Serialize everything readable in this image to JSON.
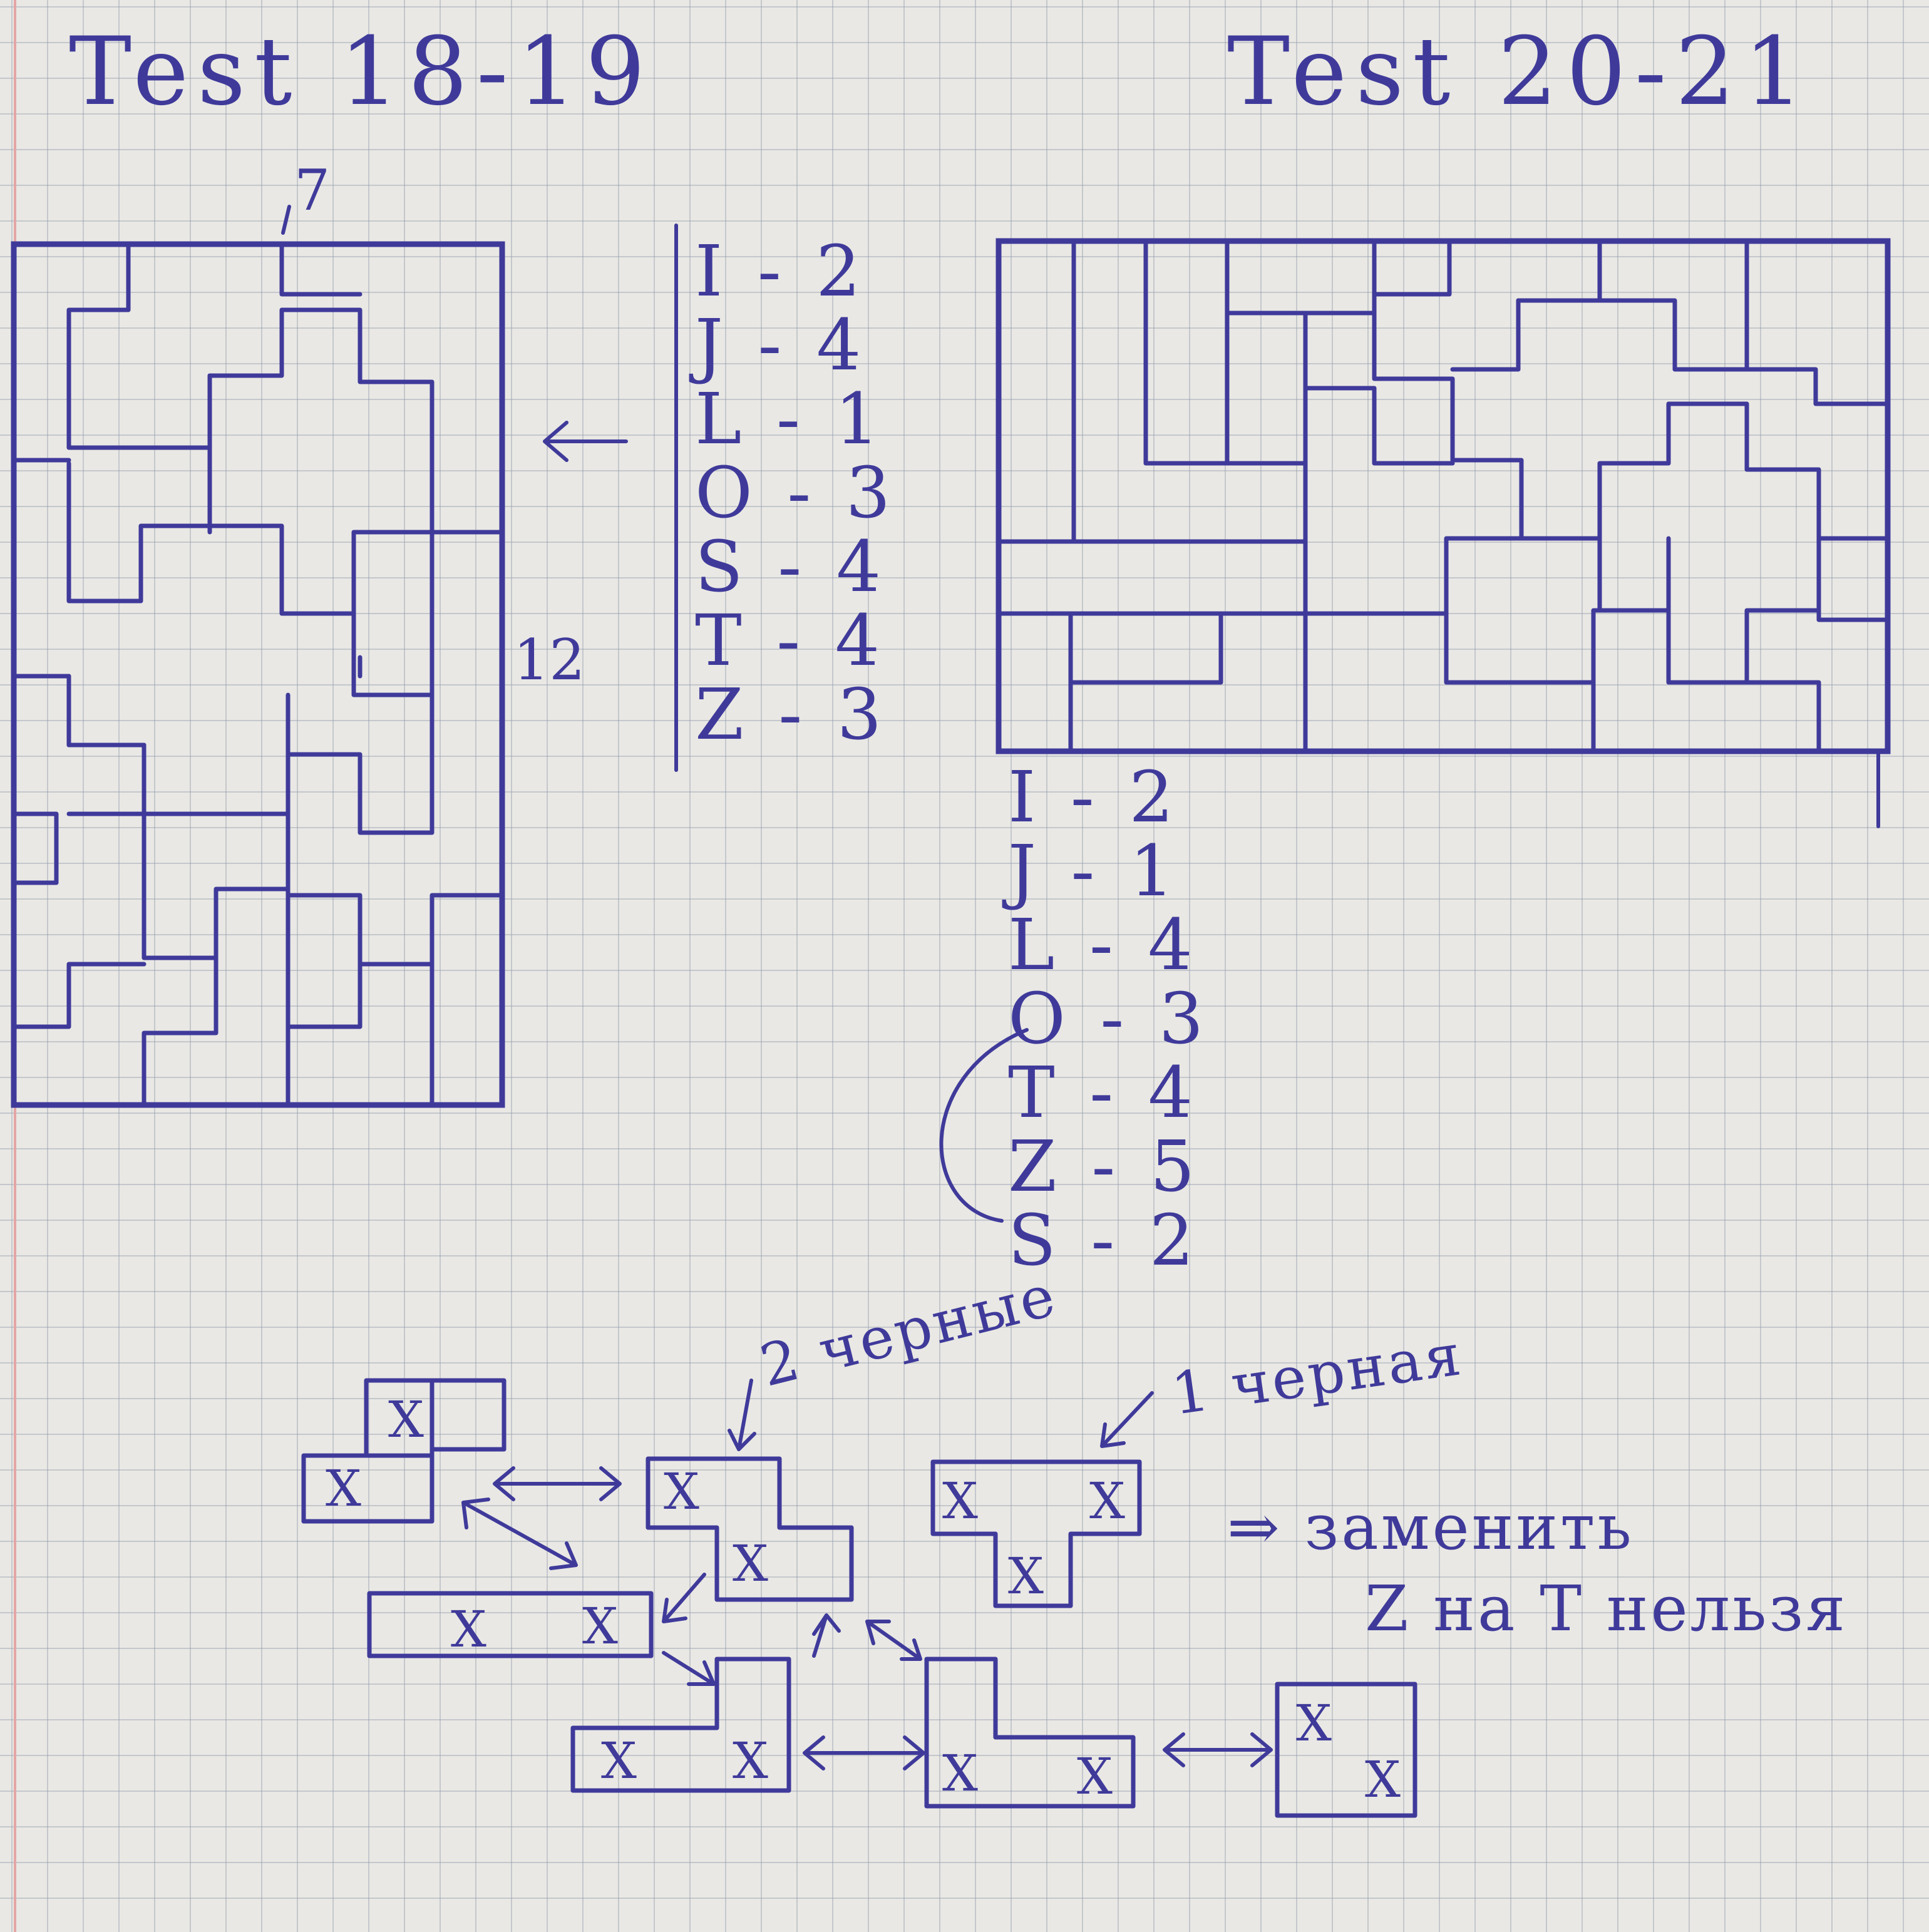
{
  "left_test": {
    "title": "Test 18-19",
    "width_label": "7",
    "height_label": "12",
    "counts": [
      "I - 2",
      "J - 4",
      "L - 1",
      "O - 3",
      "S - 4",
      "T - 4",
      "Z - 3"
    ]
  },
  "right_test": {
    "title": "Test 20-21",
    "counts": [
      "I - 2",
      "J - 1",
      "L - 4",
      "O - 3",
      "T - 4",
      "Z - 5",
      "S - 2"
    ]
  },
  "diagram": {
    "mark": "X",
    "note_two_black": "2 черные",
    "note_one_black": "1 черная",
    "conclusion_line1": "⇒ заменить",
    "conclusion_line2": "Z на T нельзя"
  }
}
